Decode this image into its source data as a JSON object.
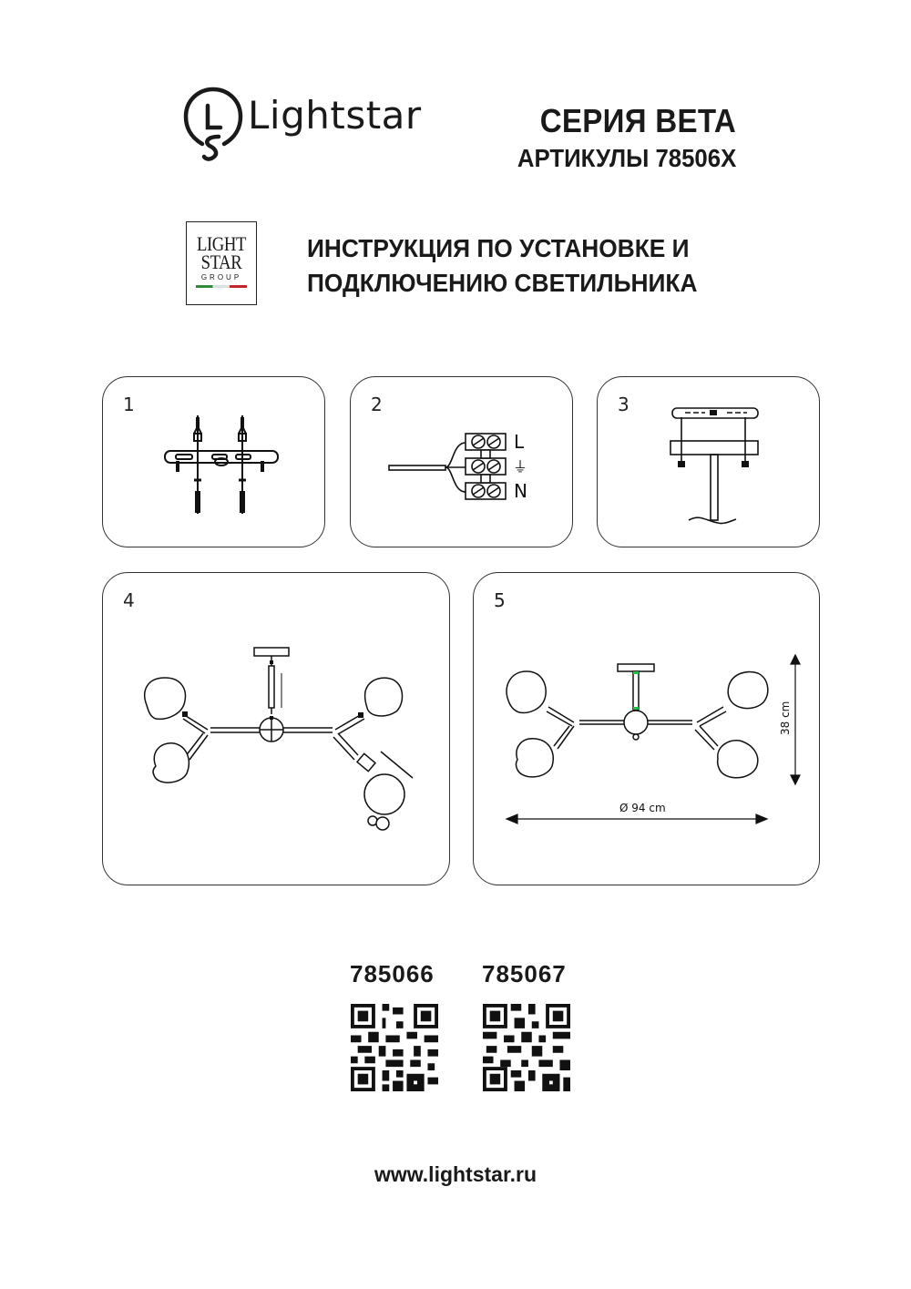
{
  "brand": {
    "name": "Lightstar",
    "icon": "lightbulb-logo-icon"
  },
  "header": {
    "series": "СЕРИЯ BETA",
    "articles": "АРТИКУЛЫ 78506X"
  },
  "group_logo": {
    "line1": "LIGHT",
    "line2": "STAR",
    "line3": "GROUP",
    "flag_colors": [
      "#2e8b3a",
      "#e0e0e0",
      "#c0272d"
    ]
  },
  "title": {
    "line1": "ИНСТРУКЦИЯ ПО УСТАНОВКЕ И",
    "line2": "ПОДКЛЮЧЕНИЮ СВЕТИЛЬНИКА"
  },
  "steps": [
    {
      "number": "1",
      "illustration": "mounting-bracket-screws"
    },
    {
      "number": "2",
      "illustration": "terminal-block-wiring",
      "labels": {
        "live": "L",
        "ground": "⏚",
        "neutral": "N"
      }
    },
    {
      "number": "3",
      "illustration": "bracket-to-canopy"
    },
    {
      "number": "4",
      "illustration": "assembly-shades"
    },
    {
      "number": "5",
      "illustration": "dimensions",
      "dimensions": {
        "height": "38 cm",
        "diameter": "Ø 94 cm"
      }
    }
  ],
  "products": [
    {
      "code": "785066",
      "qr": "qr-code-icon"
    },
    {
      "code": "785067",
      "qr": "qr-code-icon"
    }
  ],
  "footer": {
    "url": "www.lightstar.ru"
  }
}
